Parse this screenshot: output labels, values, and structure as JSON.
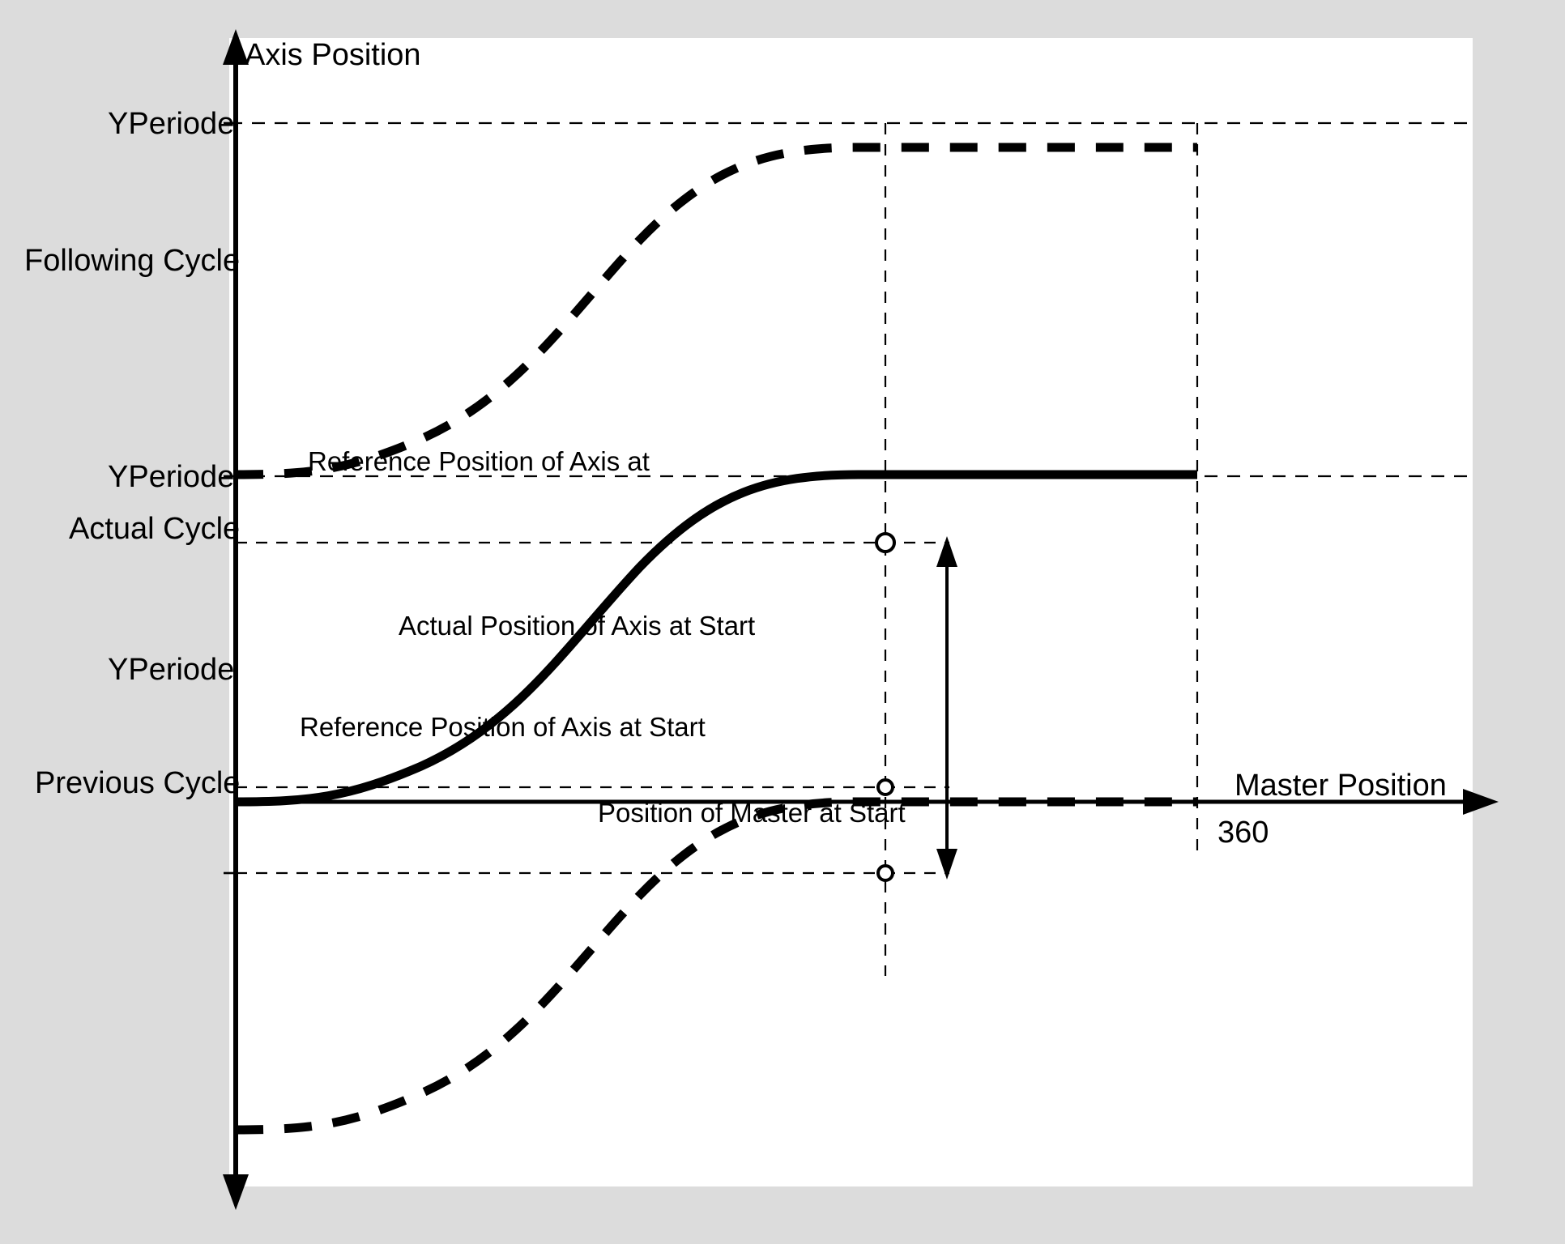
{
  "figure": {
    "domain": "chart",
    "background_color": "#dcdcdc",
    "plot_background_color": "#ffffff",
    "line_color": "#000000"
  },
  "axes": {
    "y_axis_title": "Axis Position",
    "x_axis_title": "Master Position",
    "x_tick_label": "360"
  },
  "left_labels": {
    "yperiode_top": "YPeriode",
    "following_cycle": "Following Cycle",
    "yperiode_mid": "YPeriode",
    "actual_cycle": "Actual Cycle",
    "yperiode_bottom": "YPeriode",
    "previous_cycle": "Previous Cycle"
  },
  "annotations": {
    "reference_position_of_axis_at": "Reference Position of Axis at",
    "actual_position_of_axis_at_start": "Actual Position of Axis at Start",
    "reference_position_of_axis_at_start": "Reference Position of Axis at Start",
    "position_of_master_at_start": "Position of Master at Start"
  },
  "chart_data": {
    "type": "line",
    "title": "",
    "xlabel": "Master Position",
    "ylabel": "Axis Position",
    "xlim": [
      0,
      360
    ],
    "ylim": [
      -1,
      2
    ],
    "xticks": [
      360
    ],
    "xticklabels": [
      "360"
    ],
    "yticks": [
      -1,
      0,
      1,
      2
    ],
    "yticklabels": [
      "YPeriode",
      "YPeriode",
      "YPeriode",
      ""
    ],
    "grid": false,
    "legend": "none",
    "series": [
      {
        "name": "Previous Cycle",
        "style": "dashed",
        "x": [
          0,
          36,
          72,
          108,
          144,
          180,
          216,
          252,
          288,
          324,
          360
        ],
        "y": [
          -1.0,
          -0.976,
          -0.905,
          -0.794,
          -0.655,
          -0.5,
          -0.345,
          -0.206,
          -0.095,
          -0.024,
          0.0
        ]
      },
      {
        "name": "Actual Cycle",
        "style": "solid",
        "x": [
          0,
          36,
          72,
          108,
          144,
          180,
          216,
          252,
          288,
          324,
          360
        ],
        "y": [
          0.0,
          0.024,
          0.095,
          0.206,
          0.345,
          0.5,
          0.655,
          0.794,
          0.905,
          0.976,
          1.0
        ]
      },
      {
        "name": "Following Cycle",
        "style": "dashed",
        "x": [
          0,
          36,
          72,
          108,
          144,
          180,
          216,
          252,
          288,
          324,
          360
        ],
        "y": [
          1.0,
          1.024,
          1.095,
          1.206,
          1.345,
          1.5,
          1.655,
          1.794,
          1.905,
          1.976,
          2.0
        ]
      }
    ],
    "markers": [
      {
        "label": "Reference Position of Axis at",
        "x": 252,
        "y": 0.794
      },
      {
        "label": "Actual Position of Axis at Start",
        "x": 252,
        "y": 0.06
      },
      {
        "label": "Reference Position of Axis at Start",
        "x": 252,
        "y": -0.206
      }
    ],
    "reference_lines": {
      "horizontal": [
        2.0,
        1.0,
        0.794,
        0.06,
        -0.206
      ],
      "vertical": [
        252,
        360
      ]
    },
    "annotations": [
      {
        "text": "Position of Master at Start",
        "x": 252,
        "kind": "vertical-guide"
      },
      {
        "text": "offset-arrow",
        "from_y": -0.206,
        "to_y": 0.794,
        "x": 270,
        "kind": "double-arrow"
      }
    ]
  }
}
